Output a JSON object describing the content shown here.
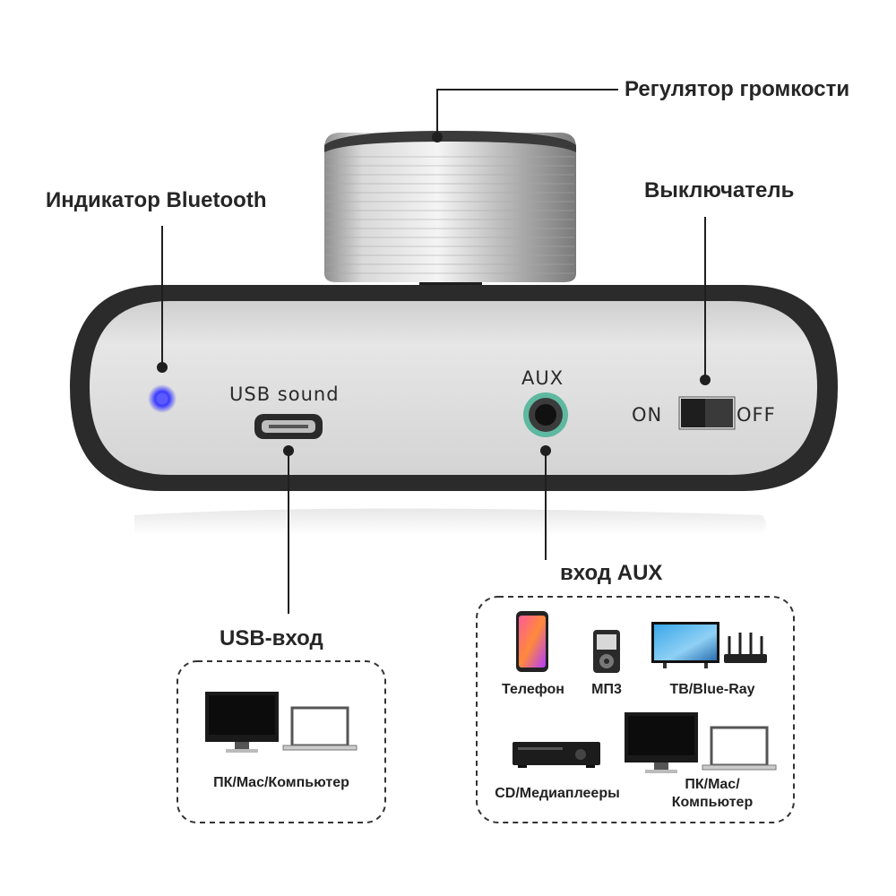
{
  "callouts": {
    "volume": "Регулятор громкости",
    "bluetooth": "Индикатор Bluetooth",
    "switch": "Выключатель",
    "aux_input": "вход AUX",
    "usb_input": "USB-вход"
  },
  "panel": {
    "usb_sound": "USB sound",
    "aux": "AUX",
    "on": "ON",
    "off": "OFF"
  },
  "usb_devices": {
    "pc": "ПК/Mac/Компьютер"
  },
  "aux_devices": {
    "phone": "Телефон",
    "mp3": "МП3",
    "tv": "ТВ/Blue-Ray",
    "cd": "CD/Медиаплееры",
    "pc_line1": "ПК/Mac/",
    "pc_line2": "Компьютер"
  },
  "colors": {
    "bluetooth_led": "#3a3aff",
    "aux_ring": "#5fb8a0",
    "body_frame": "#2b2b2b",
    "panel_face": "#d8d8d8"
  }
}
